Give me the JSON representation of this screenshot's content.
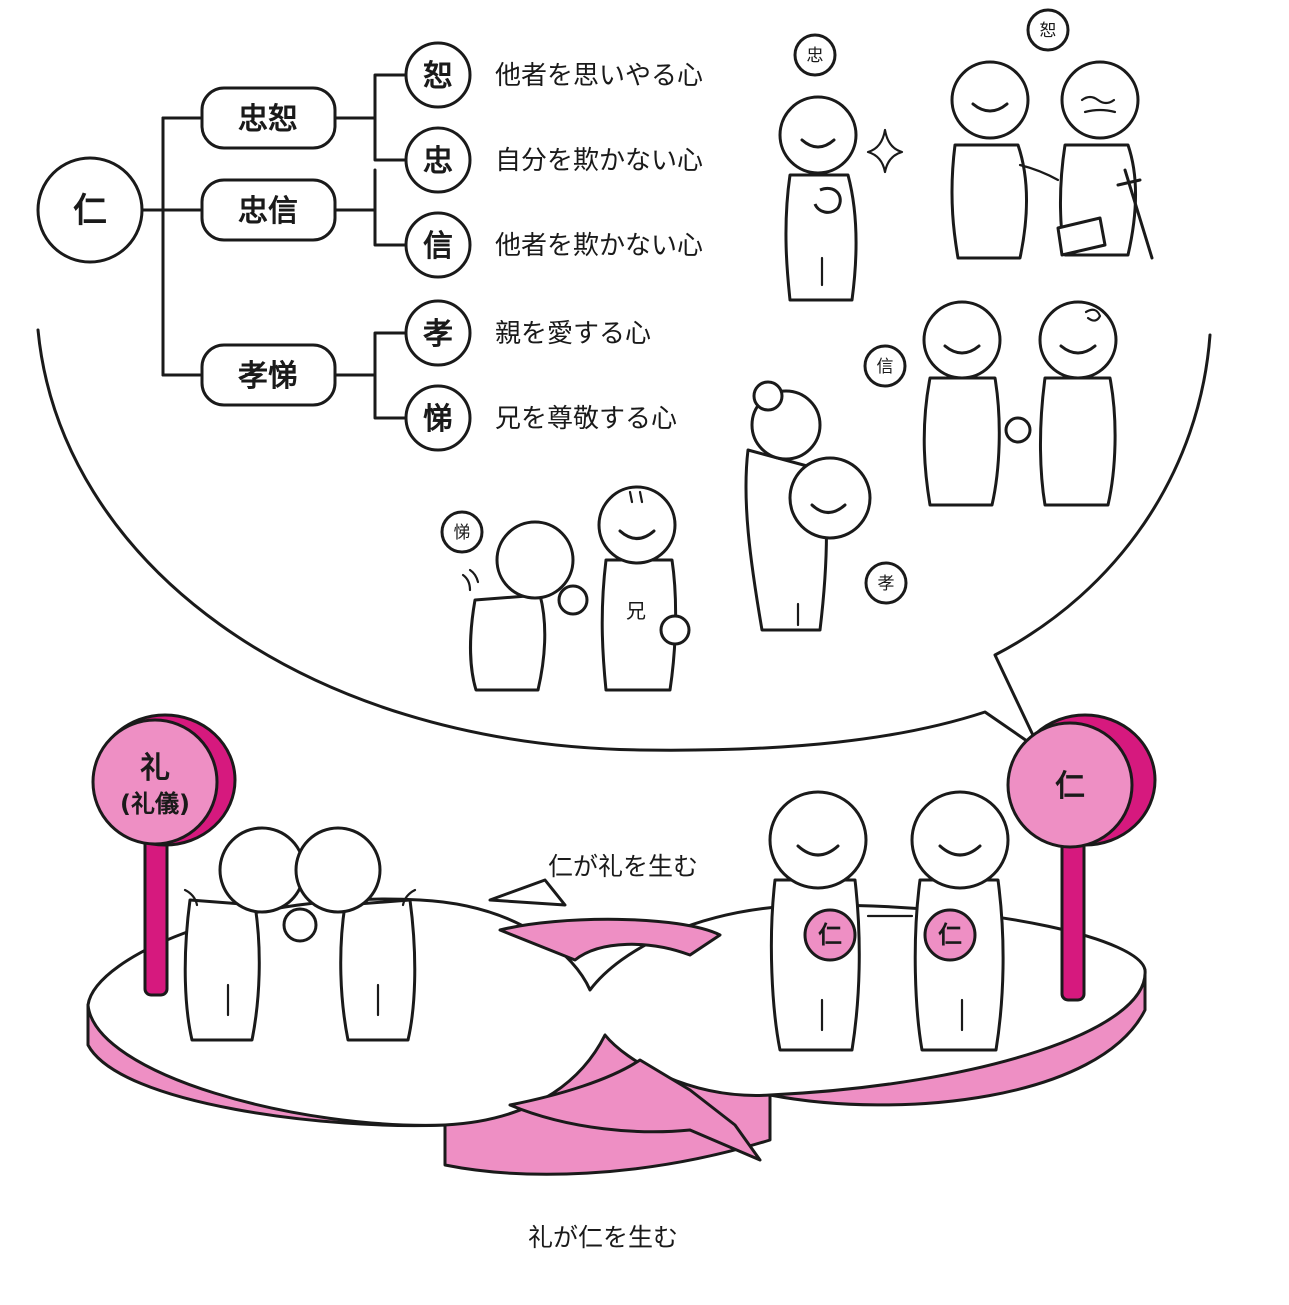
{
  "tree": {
    "root": "仁",
    "groups": [
      {
        "label": "忠恕",
        "children": [
          {
            "char": "恕",
            "desc": "他者を思いやる心"
          },
          {
            "char": "忠",
            "desc": "自分を欺かない心"
          }
        ]
      },
      {
        "label": "忠信",
        "children": [
          {
            "char": "信",
            "desc": "他者を欺かない心"
          }
        ]
      },
      {
        "label": "孝悌",
        "children": [
          {
            "char": "孝",
            "desc": "親を愛する心"
          },
          {
            "char": "悌",
            "desc": "兄を尊敬する心"
          }
        ]
      }
    ]
  },
  "illustrations": {
    "tags": {
      "chu": "忠",
      "jo": "恕",
      "shin": "信",
      "ko": "孝",
      "tei": "悌"
    },
    "shirt_label": "兄"
  },
  "bottom": {
    "sign_left_main": "礼",
    "sign_left_sub": "(礼儀)",
    "sign_right": "仁",
    "chest_badge": "仁",
    "arrow_top_label": "仁が礼を生む",
    "arrow_bottom_label": "礼が仁を生む"
  },
  "colors": {
    "pink": "#ee8fc4",
    "magenta": "#d6197e",
    "ink": "#1a1a1a"
  }
}
